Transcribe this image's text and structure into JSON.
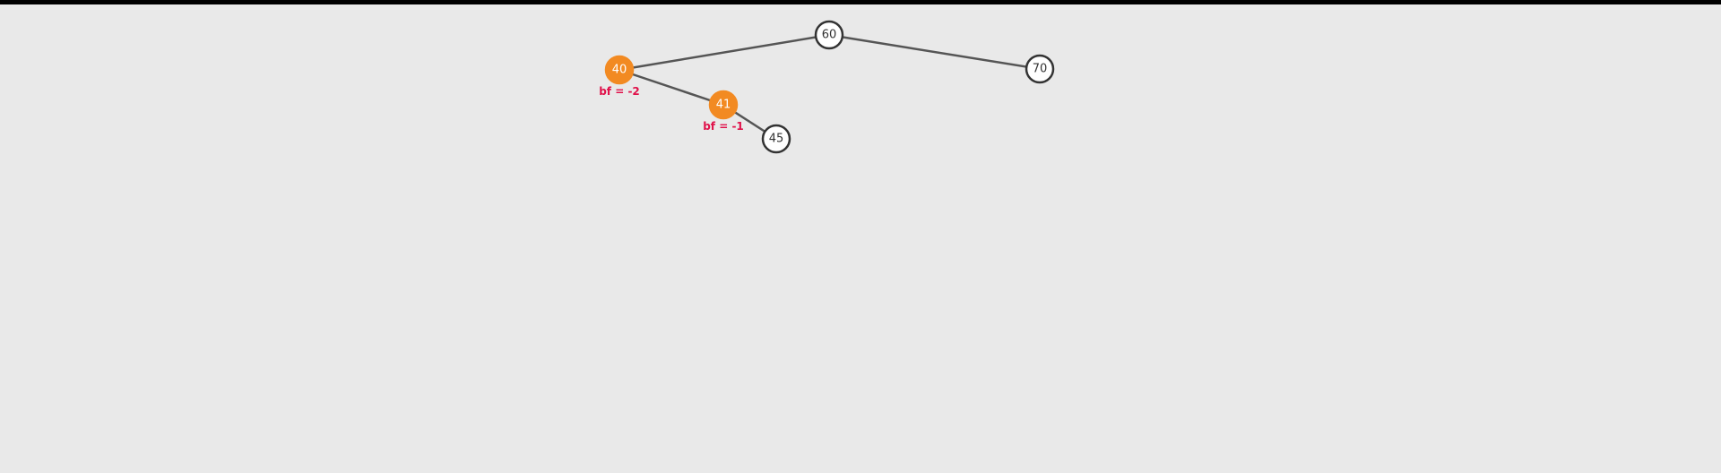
{
  "colors": {
    "background": "#e9e9e9",
    "top_bar": "#000000",
    "edge": "#555555",
    "node_fill": "#ffffff",
    "node_stroke": "#333333",
    "node_text": "#333333",
    "highlight_fill": "#f28a22",
    "highlight_text": "#ffffff",
    "balance_text": "#e0114a"
  },
  "tree": {
    "nodes": [
      {
        "id": "n60",
        "value": "60",
        "highlighted": false,
        "balance_label": ""
      },
      {
        "id": "n70",
        "value": "70",
        "highlighted": false,
        "balance_label": ""
      },
      {
        "id": "n40",
        "value": "40",
        "highlighted": true,
        "balance_label": "bf = -2"
      },
      {
        "id": "n41",
        "value": "41",
        "highlighted": true,
        "balance_label": "bf = -1"
      },
      {
        "id": "n45",
        "value": "45",
        "highlighted": false,
        "balance_label": ""
      }
    ],
    "edges": [
      {
        "from": "n60",
        "to": "n40"
      },
      {
        "from": "n60",
        "to": "n70"
      },
      {
        "from": "n40",
        "to": "n41"
      },
      {
        "from": "n41",
        "to": "n45"
      }
    ]
  }
}
